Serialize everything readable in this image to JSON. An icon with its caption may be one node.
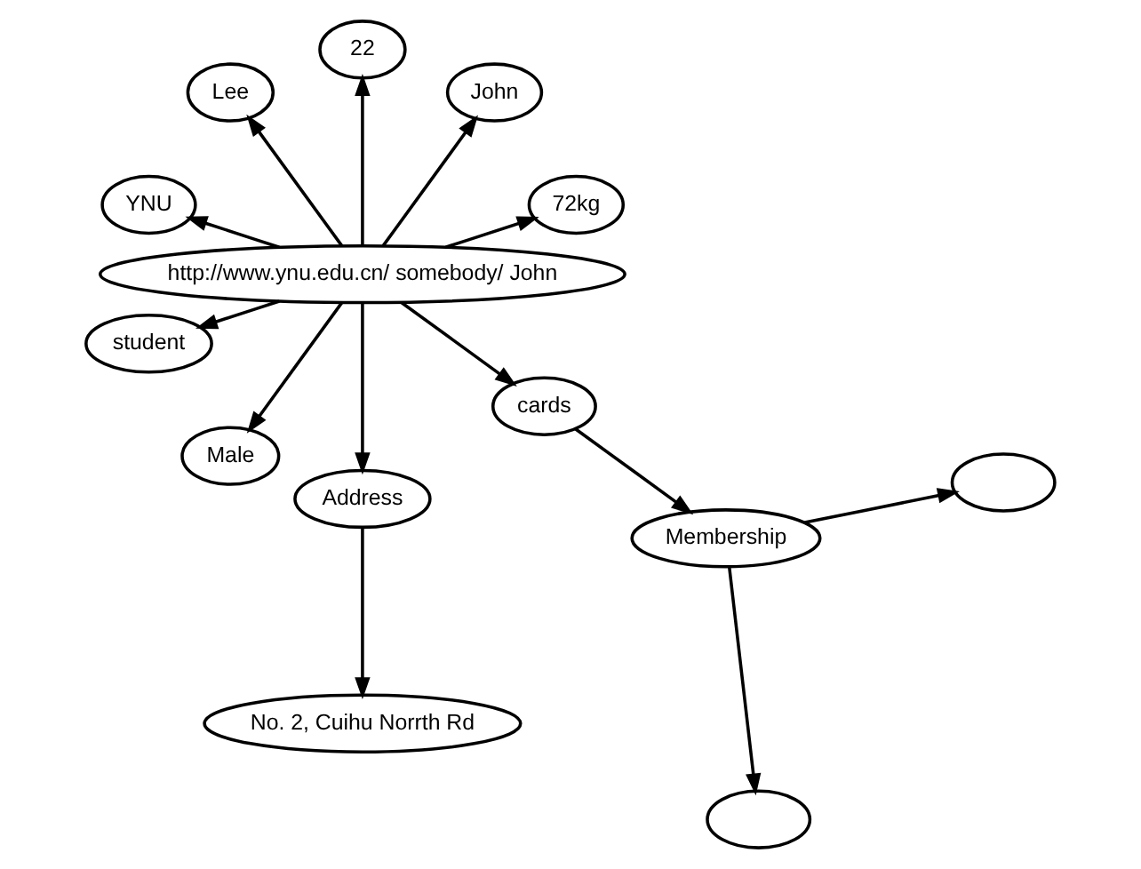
{
  "diagram": {
    "nodes": [
      {
        "text": [
          "http://www.ynu.edu.cn/ somebody/ John"
        ]
      },
      {
        "text": [
          "72kg"
        ]
      },
      {
        "text": [
          "John"
        ]
      },
      {
        "text": [
          "22"
        ]
      },
      {
        "text": [
          "Lee"
        ]
      },
      {
        "text": [
          "YNU"
        ]
      },
      {
        "text": [
          "student"
        ]
      },
      {
        "text": [
          "Male"
        ]
      },
      {
        "text": [
          "Address"
        ]
      },
      {
        "text": [
          "cards"
        ]
      },
      {
        "text": [
          "No. 2, Cuihu Norrth Rd"
        ]
      },
      {
        "text": [
          "Membership"
        ]
      },
      {
        "text": [],
        "shape": "ellipse"
      },
      {
        "text": [],
        "shape": "ellipse"
      }
    ],
    "edges": [
      {
        "from": 0,
        "to": 1,
        "arrow": "to"
      },
      {
        "from": 0,
        "to": 2,
        "arrow": "to"
      },
      {
        "from": 0,
        "to": 3,
        "arrow": "to"
      },
      {
        "from": 0,
        "to": 4,
        "arrow": "to"
      },
      {
        "from": 0,
        "to": 5,
        "arrow": "to"
      },
      {
        "from": 0,
        "to": 6,
        "arrow": "to"
      },
      {
        "from": 0,
        "to": 7,
        "arrow": "to"
      },
      {
        "from": 0,
        "to": 8,
        "arrow": "to"
      },
      {
        "from": 0,
        "to": 9,
        "arrow": "to"
      },
      {
        "from": 8,
        "to": 10,
        "arrow": "to"
      },
      {
        "from": 9,
        "to": 11,
        "arrow": "to"
      },
      {
        "from": 11,
        "to": 12,
        "arrow": "to"
      },
      {
        "from": 11,
        "to": 13,
        "arrow": "to"
      }
    ]
  }
}
